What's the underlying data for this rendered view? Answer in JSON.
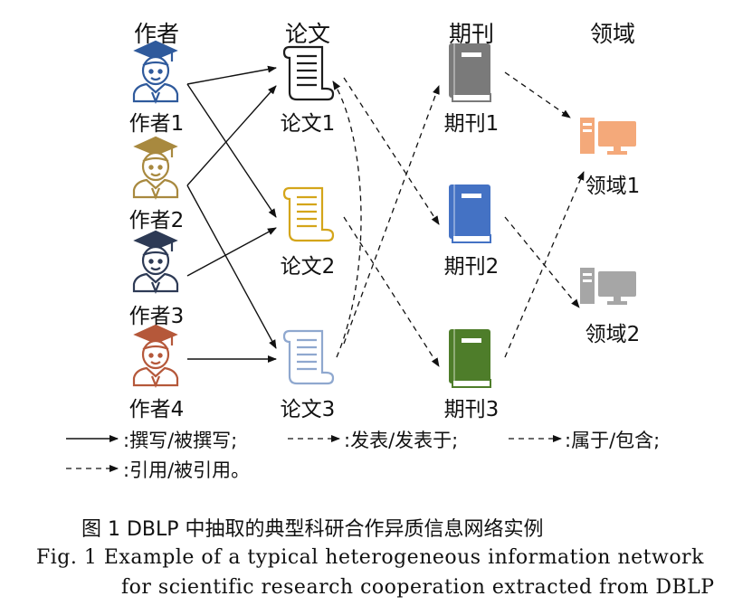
{
  "headers": {
    "authors": "作者",
    "papers": "论文",
    "journals": "期刊",
    "fields": "领域"
  },
  "authors": [
    {
      "label": "作者1",
      "color": "#2f5a9c",
      "icon": "author-graduate-icon"
    },
    {
      "label": "作者2",
      "color": "#a8893f",
      "icon": "author-graduate-icon"
    },
    {
      "label": "作者3",
      "color": "#2d3a55",
      "icon": "author-graduate-icon"
    },
    {
      "label": "作者4",
      "color": "#b5583a",
      "icon": "author-graduate-icon"
    }
  ],
  "papers": [
    {
      "label": "论文1",
      "color": "#1d1d1d",
      "icon": "paper-scroll-icon"
    },
    {
      "label": "论文2",
      "color": "#d4a51a",
      "icon": "paper-scroll-icon"
    },
    {
      "label": "论文3",
      "color": "#8fa8cf",
      "icon": "paper-scroll-icon"
    }
  ],
  "journals": [
    {
      "label": "期刊1",
      "color": "#7a7a7a",
      "icon": "journal-book-icon"
    },
    {
      "label": "期刊2",
      "color": "#4472c4",
      "icon": "journal-book-icon"
    },
    {
      "label": "期刊3",
      "color": "#4e7d2a",
      "icon": "journal-book-icon"
    }
  ],
  "fields": [
    {
      "label": "领域1",
      "color": "#f4a97a",
      "icon": "field-computer-icon"
    },
    {
      "label": "领域2",
      "color": "#a6a6a6",
      "icon": "field-computer-icon"
    }
  ],
  "legend": {
    "write": ":撰写/被撰写;",
    "publish": ":发表/发表于;",
    "belong": ":属于/包含;",
    "cite": ":引用/被引用。"
  },
  "caption": {
    "cn": "图 1   DBLP 中抽取的典型科研合作异质信息网络实例",
    "en_line1": "Fig. 1   Example of a typical heterogeneous information network",
    "en_line2": "for scientific research cooperation extracted from DBLP"
  }
}
